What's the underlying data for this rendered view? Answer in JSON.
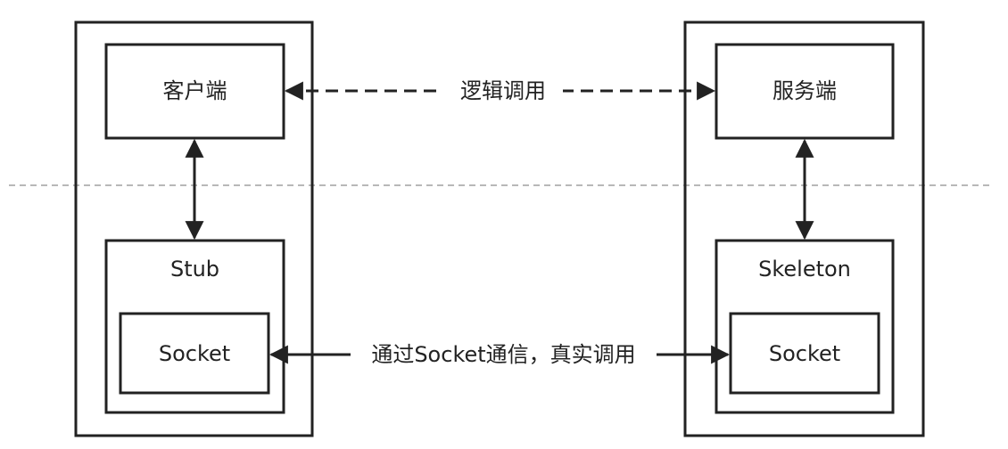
{
  "client_side": {
    "client_label": "客户端",
    "stub_label": "Stub",
    "socket_label": "Socket"
  },
  "server_side": {
    "server_label": "服务端",
    "skeleton_label": "Skeleton",
    "socket_label": "Socket"
  },
  "edges": {
    "logical_call": "逻辑调用",
    "socket_call": "通过Socket通信，真实调用"
  },
  "colors": {
    "stroke": "#222222",
    "divider": "#a0a0a0"
  }
}
